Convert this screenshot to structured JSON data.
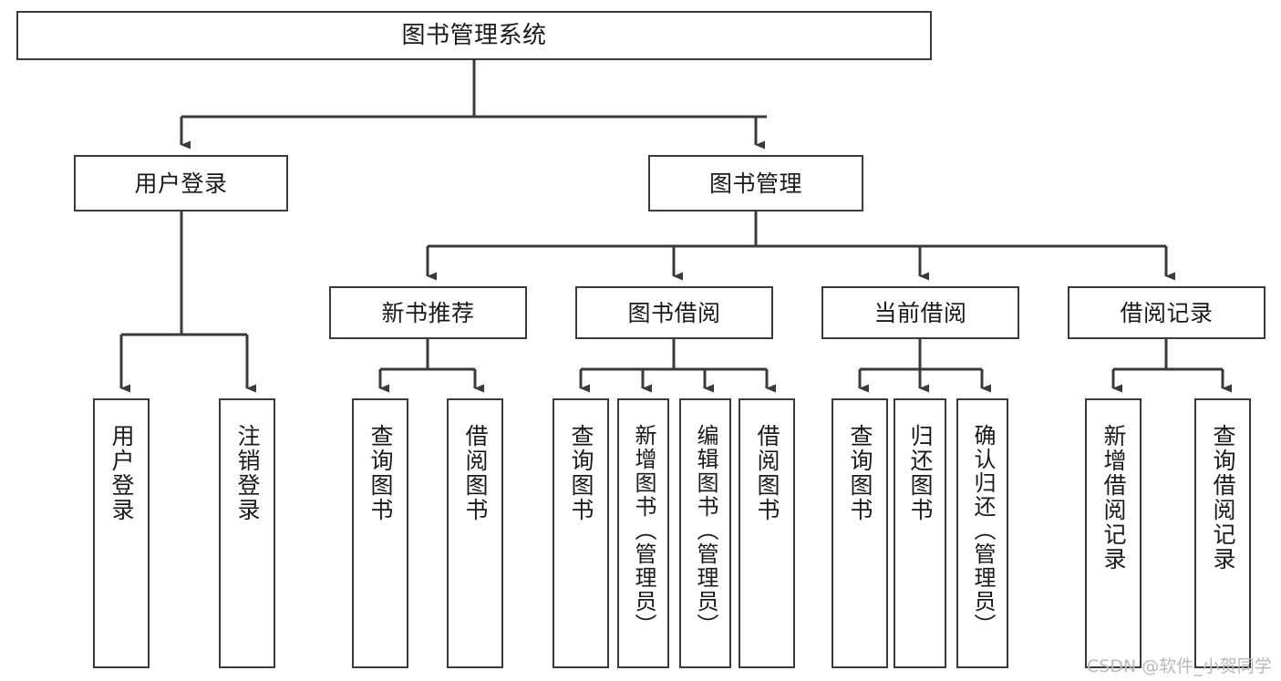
{
  "diagram": {
    "title": "图书管理系统",
    "type": "tree-hierarchy-chart",
    "colors": {
      "box_border": "#3a3a3a",
      "box_fill": "#ffffff",
      "connector": "#3a3a3a",
      "text": "#1a1a1a",
      "watermark": "#b9b9b9"
    },
    "root": {
      "label": "图书管理系统"
    },
    "level2": [
      {
        "label": "用户登录"
      },
      {
        "label": "图书管理"
      }
    ],
    "level3": [
      {
        "label": "新书推荐"
      },
      {
        "label": "图书借阅"
      },
      {
        "label": "当前借阅"
      },
      {
        "label": "借阅记录"
      }
    ],
    "leaves": {
      "user_login": [
        {
          "label": "用户登录"
        },
        {
          "label": "注销登录"
        }
      ],
      "new_book_recommend": [
        {
          "label": "查询图书"
        },
        {
          "label": "借阅图书"
        }
      ],
      "book_borrow": [
        {
          "label": "查询图书"
        },
        {
          "label": "新增图书（管理员）"
        },
        {
          "label": "编辑图书（管理员）"
        },
        {
          "label": "借阅图书"
        }
      ],
      "current_borrow": [
        {
          "label": "查询图书"
        },
        {
          "label": "归还图书"
        },
        {
          "label": "确认归还（管理员）"
        }
      ],
      "borrow_record": [
        {
          "label": "新增借阅记录"
        },
        {
          "label": "查询借阅记录"
        }
      ]
    }
  },
  "watermark": {
    "text": "CSDN @软件_小贺同学"
  }
}
